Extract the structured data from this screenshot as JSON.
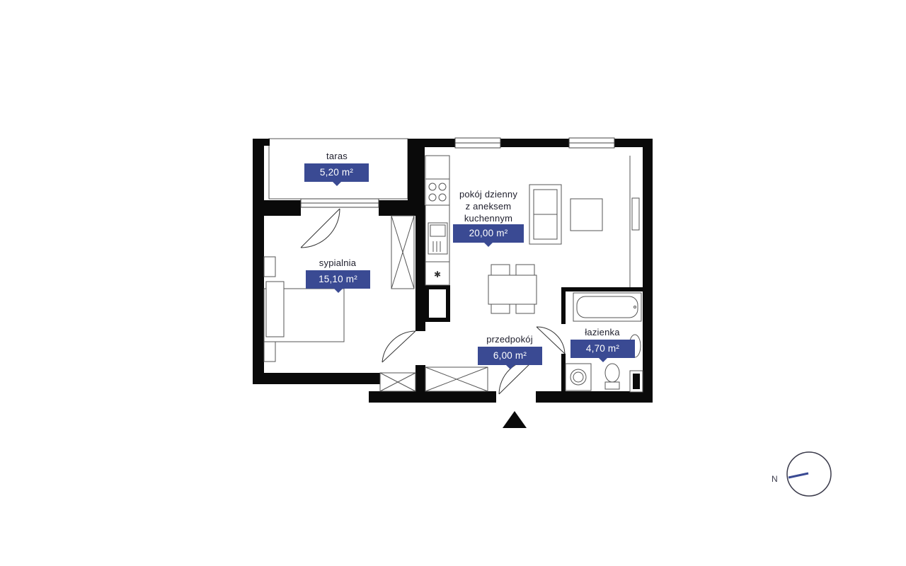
{
  "rooms": {
    "taras": {
      "name": "taras",
      "area": "5,20 m²"
    },
    "sypialnia": {
      "name": "sypialnia",
      "area": "15,10 m²"
    },
    "pokoj": {
      "name": "pokój dzienny\nz aneksem\nkuchennym",
      "area": "20,00 m²"
    },
    "przedpokoj": {
      "name": "przedpokój",
      "area": "6,00 m²"
    },
    "lazienka": {
      "name": "łazienka",
      "area": "4,70 m²"
    }
  },
  "compass": {
    "label": "N",
    "needle_color": "#3a4a93"
  },
  "entrance": {
    "icon": "entrance-arrow-icon"
  },
  "colors": {
    "wall": "#0a0a0a",
    "badge": "#3a4a93",
    "line": "#555555"
  }
}
